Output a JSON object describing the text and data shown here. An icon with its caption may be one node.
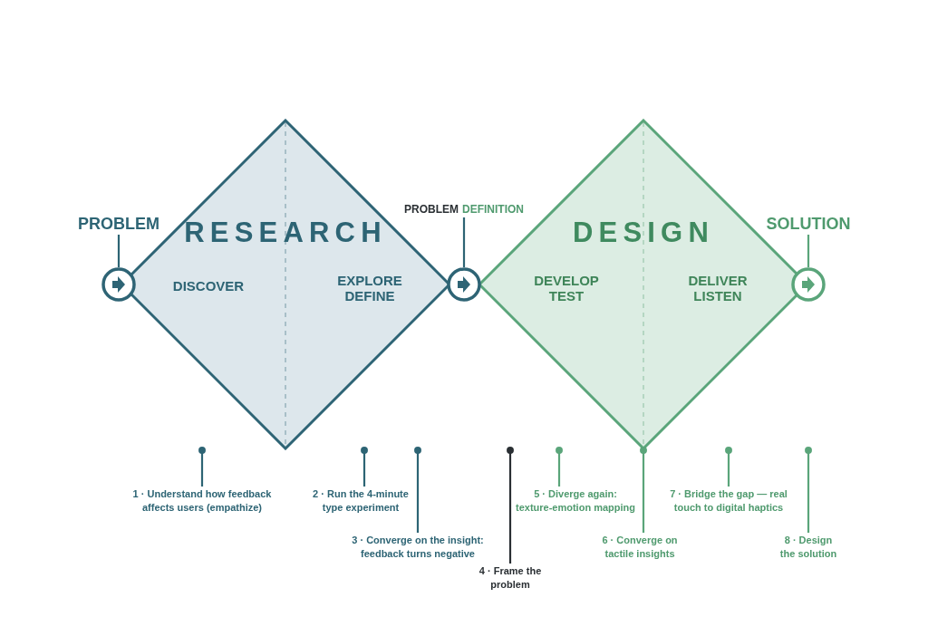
{
  "diagram": {
    "nodes": [
      {
        "text": [
          "RESEARCH",
          "DISCOVER",
          "EXPLORE DEFINE"
        ]
      },
      {
        "text": [
          "DESIGN",
          "DEVELOP TEST",
          "DELIVER LISTEN"
        ]
      },
      {
        "text": [
          "PROBLEM"
        ]
      },
      {
        "text": [],
        "shape": "circle"
      },
      {
        "text": [
          "PROBLEM",
          "DEFINITION"
        ]
      },
      {
        "text": [],
        "shape": "circle"
      },
      {
        "text": [
          "SOLUTION"
        ]
      },
      {
        "text": [],
        "shape": "circle"
      },
      {
        "text": [
          "1 · Understand how feedback affects users (empathize)"
        ]
      },
      {
        "text": [
          "2 · Run the 4-minute type experiment"
        ]
      },
      {
        "text": [
          "3 · Converge on the insight: feedback turns negative"
        ]
      },
      {
        "text": [
          "4 · Frame the problem"
        ]
      },
      {
        "text": [
          "5 · Diverge again: texture-emotion mapping"
        ]
      },
      {
        "text": [
          "6 · Converge on tactile insights"
        ]
      },
      {
        "text": [
          "7 · Bridge the gap — real touch to digital haptics"
        ]
      },
      {
        "text": [
          "8 · Design the solution"
        ]
      }
    ],
    "edges": [
      {
        "from": 2,
        "to": 3,
        "arrow": "none",
        "color": "#2d6474"
      },
      {
        "from": 4,
        "to": 5,
        "arrow": "none",
        "color": "#2d6474"
      },
      {
        "from": 6,
        "to": 7,
        "arrow": "none",
        "color": "#5aa57a"
      },
      {
        "from": 8,
        "to": null,
        "arrow": "other",
        "color": "#2d6474"
      },
      {
        "from": 9,
        "to": null,
        "arrow": "other",
        "color": "#2d6474"
      },
      {
        "from": 10,
        "to": null,
        "arrow": "other",
        "color": "#2d6474"
      },
      {
        "from": 11,
        "to": null,
        "arrow": "other",
        "color": "#2a2f33"
      },
      {
        "from": 12,
        "to": null,
        "arrow": "other",
        "color": "#5aa57a"
      },
      {
        "from": 13,
        "to": 1,
        "arrow": "other",
        "color": "#5aa57a"
      },
      {
        "from": 14,
        "to": null,
        "arrow": "other",
        "color": "#5aa57a"
      },
      {
        "from": 15,
        "to": null,
        "arrow": "other",
        "color": "#5aa57a"
      }
    ]
  }
}
